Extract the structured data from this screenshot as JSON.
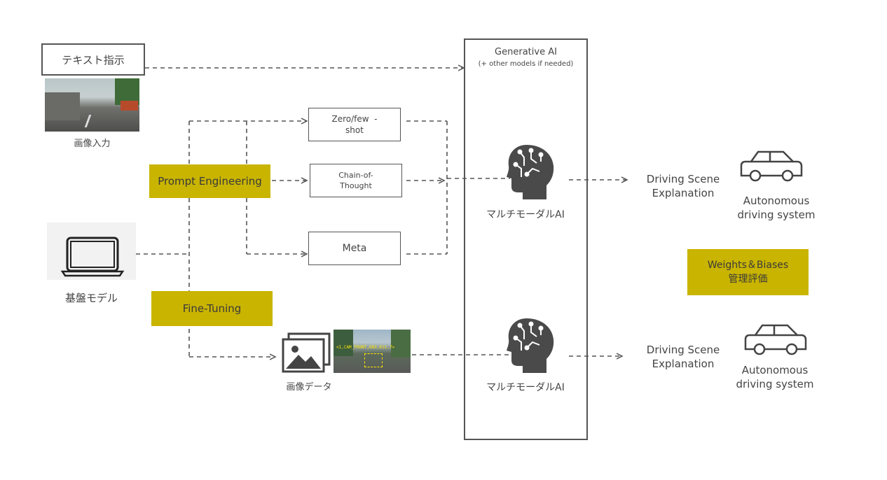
{
  "text_instruction": {
    "label": "テキスト指示"
  },
  "image_input": {
    "caption": "画像入力"
  },
  "foundation_model": {
    "caption": "基盤モデル"
  },
  "prompt_engineering": {
    "label": "Prompt Engineering"
  },
  "fine_tuning": {
    "label": "Fine-Tuning"
  },
  "prompt_methods": {
    "zero_few_line1": "Zero/few  -",
    "zero_few_line2": "shot",
    "cot_line1": "Chain-of-",
    "cot_line2": "Thought",
    "meta": "Meta"
  },
  "image_data": {
    "caption": "画像データ",
    "overlay_text": "<1,CAM_FRONT,683,611.7>"
  },
  "generative_ai": {
    "title": "Generative AI",
    "subtitle": "(+ other models if needed)"
  },
  "multimodal_top": {
    "label": "マルチモーダルAI",
    "icon": "brain-head-icon"
  },
  "multimodal_bottom": {
    "label": "マルチモーダルAI",
    "icon": "brain-head-icon"
  },
  "output_top": {
    "line1": "Driving Scene",
    "line2": "Explanation",
    "system1": "Autonomous",
    "system2": "driving system"
  },
  "output_bottom": {
    "line1": "Driving Scene",
    "line2": "Explanation",
    "system1": "Autonomous",
    "system2": "driving system"
  },
  "wandb": {
    "line1": "Weights＆Biases",
    "line2": "管理評価"
  },
  "colors": {
    "accent": "#c9b400",
    "line": "#555555"
  }
}
